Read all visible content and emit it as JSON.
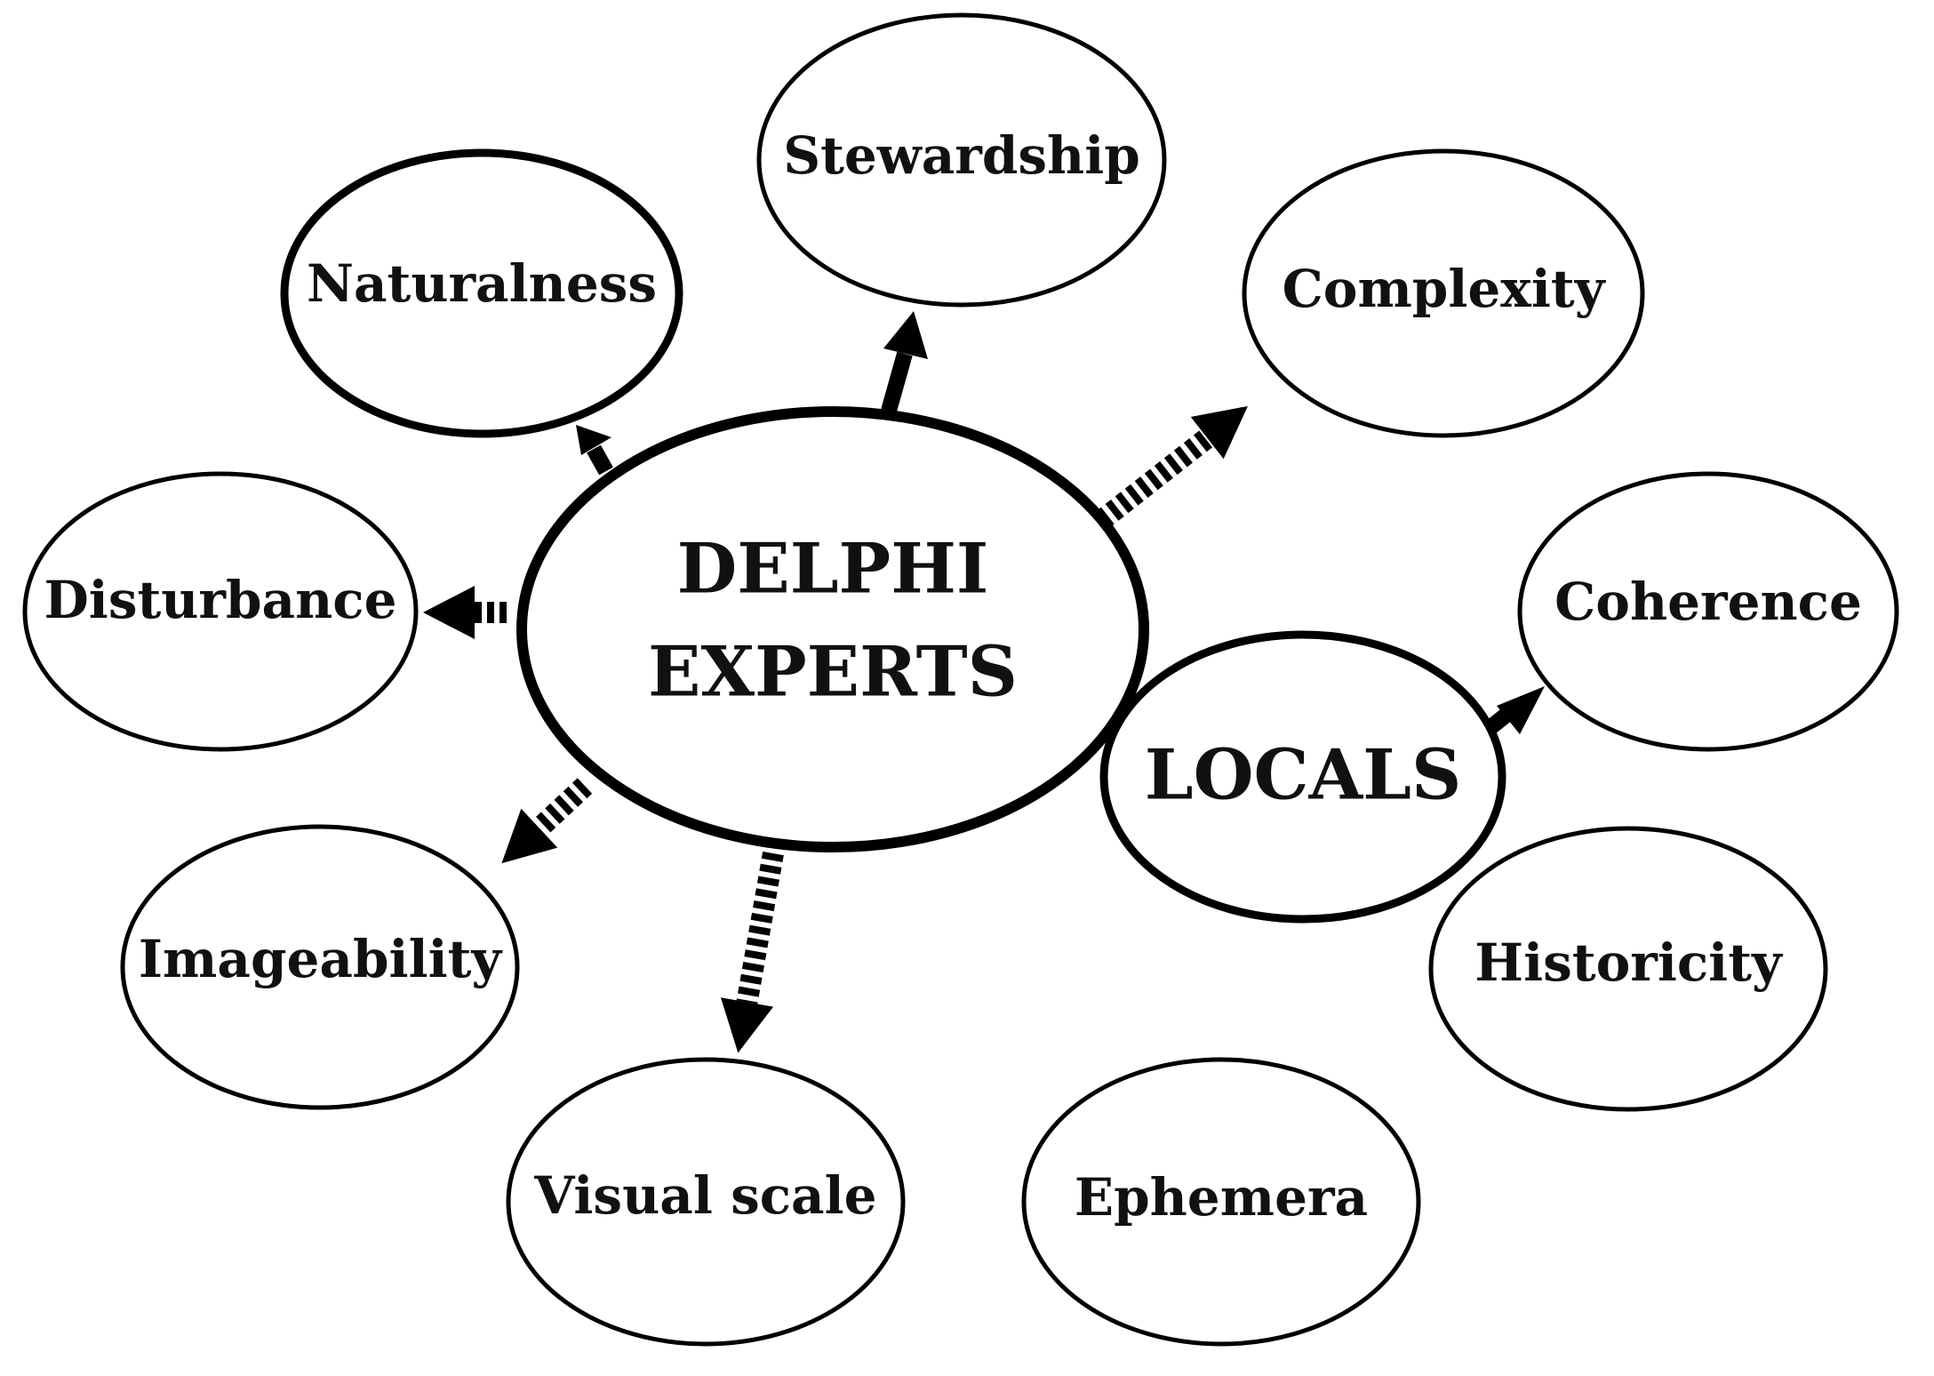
{
  "center": {
    "line1": "DELPHI",
    "line2": "EXPERTS"
  },
  "locals": {
    "label": "LOCALS"
  },
  "nodes": {
    "stewardship": "Stewardship",
    "naturalness": "Naturalness",
    "complexity": "Complexity",
    "disturbance": "Disturbance",
    "coherence": "Coherence",
    "imageability": "Imageability",
    "historicity": "Historicity",
    "visual_scale": "Visual scale",
    "ephemera": "Ephemera"
  },
  "colors": {
    "stroke": "#000000",
    "background": "#ffffff",
    "text": "#111111"
  }
}
